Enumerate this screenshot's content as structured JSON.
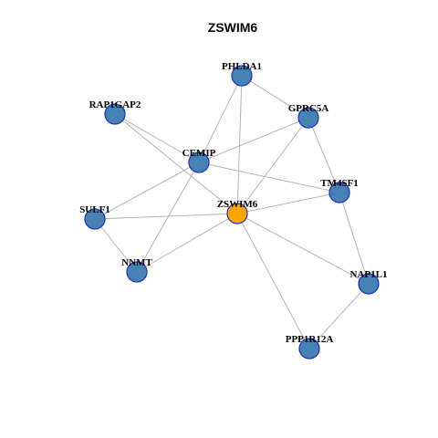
{
  "title": "ZSWIM6",
  "colors": {
    "node_fill": "#4682b4",
    "center_fill": "#ffa500",
    "node_stroke": "#1f2fbf",
    "edge": "#b4b4b4"
  },
  "nodes": [
    {
      "id": "ZSWIM6",
      "center": true
    },
    {
      "id": "PHLDA1"
    },
    {
      "id": "RAP1GAP2"
    },
    {
      "id": "GPRC5A"
    },
    {
      "id": "CEMIP"
    },
    {
      "id": "TM4SF1"
    },
    {
      "id": "SULF1"
    },
    {
      "id": "NNMT"
    },
    {
      "id": "NAP1L1"
    },
    {
      "id": "PPP1R12A"
    }
  ],
  "edges": [
    [
      "PHLDA1",
      "GPRC5A"
    ],
    [
      "PHLDA1",
      "CEMIP"
    ],
    [
      "PHLDA1",
      "ZSWIM6"
    ],
    [
      "RAP1GAP2",
      "CEMIP"
    ],
    [
      "RAP1GAP2",
      "ZSWIM6"
    ],
    [
      "GPRC5A",
      "CEMIP"
    ],
    [
      "GPRC5A",
      "ZSWIM6"
    ],
    [
      "GPRC5A",
      "TM4SF1"
    ],
    [
      "CEMIP",
      "TM4SF1"
    ],
    [
      "CEMIP",
      "SULF1"
    ],
    [
      "CEMIP",
      "NNMT"
    ],
    [
      "TM4SF1",
      "ZSWIM6"
    ],
    [
      "TM4SF1",
      "NAP1L1"
    ],
    [
      "SULF1",
      "ZSWIM6"
    ],
    [
      "SULF1",
      "NNMT"
    ],
    [
      "NNMT",
      "ZSWIM6"
    ],
    [
      "ZSWIM6",
      "NAP1L1"
    ],
    [
      "ZSWIM6",
      "PPP1R12A"
    ],
    [
      "NAP1L1",
      "PPP1R12A"
    ]
  ]
}
